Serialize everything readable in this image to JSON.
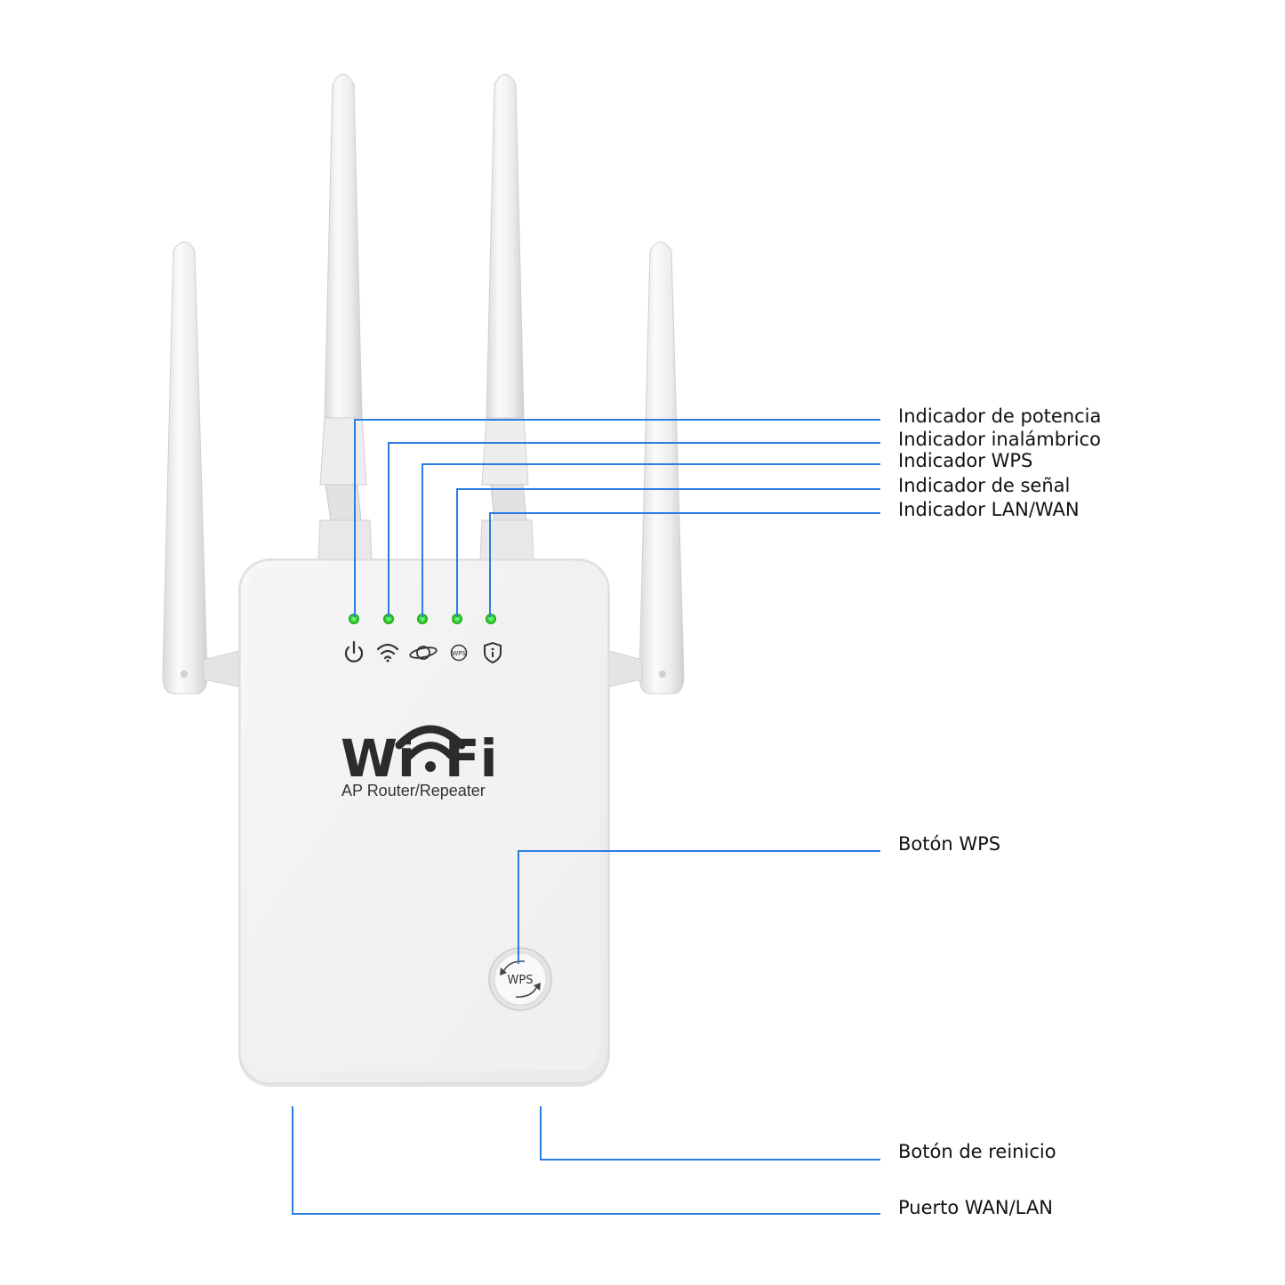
{
  "device": {
    "brand_logo": "WiFi",
    "model_text": "AP Router/Repeater",
    "wps_button_text": "WPS",
    "led_icon_wps_text": "WPS",
    "led_color": "#2fd12f",
    "accent_line_color": "#2a7de1",
    "body_color": "#f1f1f1"
  },
  "led_icons": [
    "power-icon",
    "wifi-icon",
    "planet-icon",
    "wps-icon",
    "shield-icon"
  ],
  "callouts": {
    "power": "Indicador de potencia",
    "wireless": "Indicador inalámbrico",
    "wps": "Indicador WPS",
    "signal": "Indicador de señal",
    "lan_wan": "Indicador LAN/WAN",
    "wps_button": "Botón WPS",
    "reset_button": "Botón de reinicio",
    "wan_lan_port": "Puerto WAN/LAN"
  }
}
